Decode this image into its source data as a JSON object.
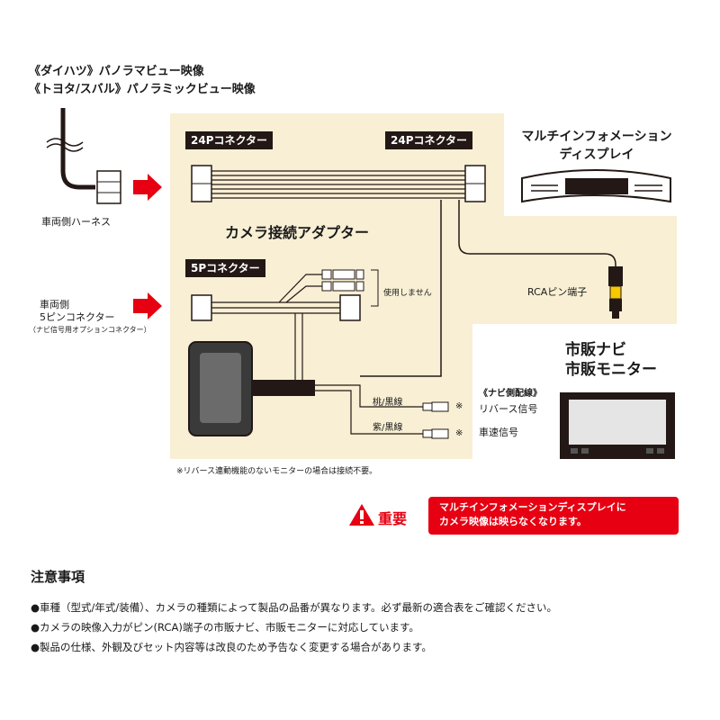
{
  "vehicle_title": {
    "line1": "《ダイハツ》パノラマビュー映像",
    "line2": "《トヨタ/スバル》パノラミックビュー映像"
  },
  "harness_label": "車両側ハーネス",
  "pin5_label": {
    "line1": "車両側",
    "line2": "5ピンコネクター",
    "line3": "（ナビ信号用オプションコネクター）"
  },
  "connector_24p_left": "24Pコネクター",
  "connector_24p_right": "24Pコネクター",
  "connector_5p": "5Pコネクター",
  "adapter_title": "カメラ接続アダプター",
  "unused_label": "使用しません",
  "wire_pink": "桃/黒線",
  "wire_purple": "紫/黒線",
  "mark": "※",
  "multi_display": {
    "line1": "マルチインフォメーション",
    "line2": "ディスプレイ"
  },
  "rca_label": "RCAピン端子",
  "navi": {
    "line1": "市販ナビ",
    "line2": "市販モニター",
    "side_label": "《ナビ側配線》",
    "reverse": "リバース信号",
    "speed": "車速信号"
  },
  "footnote": "※リバース連動機能のないモニターの場合は接続不要。",
  "important": {
    "label": "重要",
    "line1": "マルチインフォメーションディスプレイに",
    "line2": "カメラ映像は映らなくなります。"
  },
  "notes": {
    "title": "注意事項",
    "items": [
      "●車種（型式/年式/装備）、カメラの種類によって製品の品番が異なります。必ず最新の適合表をご確認ください。",
      "●カメラの映像入力がピン(RCA)端子の市販ナビ、市販モニターに対応しています。",
      "●製品の仕様、外観及びセット内容等は改良のため予告なく変更する場合があります。"
    ]
  },
  "colors": {
    "panel": "#f8efd4",
    "red": "#e60012",
    "dark": "#231815",
    "rca_yellow": "#f5c800"
  }
}
